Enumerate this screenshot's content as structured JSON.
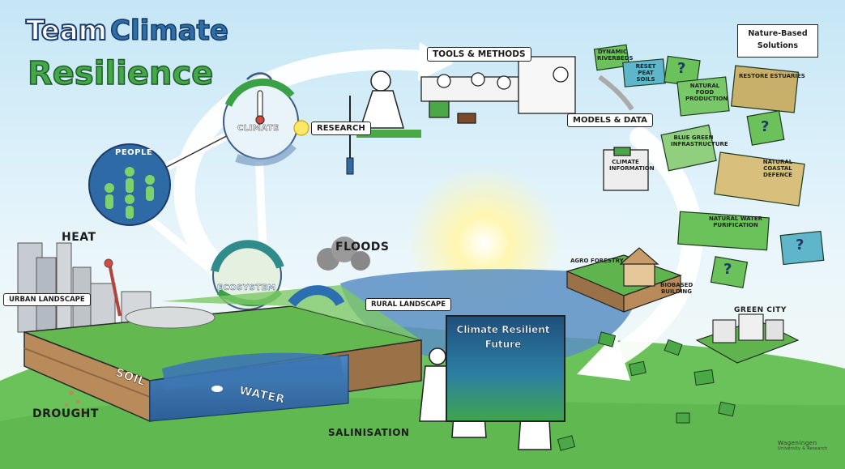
{
  "title": {
    "line1": "Team",
    "line2": "Climate",
    "line3": "Resilience"
  },
  "labels": {
    "people": "People",
    "climate": "Climate",
    "ecosystem": "Ecosystem",
    "research": "Research",
    "tools_methods": "Tools & Methods",
    "models_data": "Models & Data",
    "climate_information": "Climate Information",
    "heat": "Heat",
    "floods": "Floods",
    "drought": "Drought",
    "salinisation": "Salinisation",
    "urban_landscape": "Urban Landscape",
    "rural_landscape": "Rural Landscape",
    "soil": "Soil",
    "water": "Water",
    "agro_forestry": "Agro Forestry",
    "biobased_building": "Biobased Building",
    "green_city": "Green City",
    "nature_based_solutions": "Nature-Based Solutions",
    "restore_estuaries": "Restore Estuaries",
    "natural_food_production": "Natural Food Production",
    "blue_green_infrastructure": "Blue Green Infrastructure",
    "natural_coastal_defence": "Natural Coastal Defence",
    "natural_water_purification": "Natural Water Purification",
    "dynamic_riverbeds": "Dynamic Riverbeds",
    "reset_peat_soils": "Reset Peat Soils",
    "question_mark": "?",
    "climate_resilient_future": "Climate Resilient Future"
  },
  "logo": {
    "name": "Wageningen",
    "sub": "University & Research"
  },
  "colors": {
    "sky": "#d9eef8",
    "grass": "#5bb54c",
    "water": "#3d77b3",
    "soil": "#b98a5a",
    "title_blue": "#2e6fa8",
    "title_green": "#43a84a",
    "arrow": "#ffffff"
  }
}
